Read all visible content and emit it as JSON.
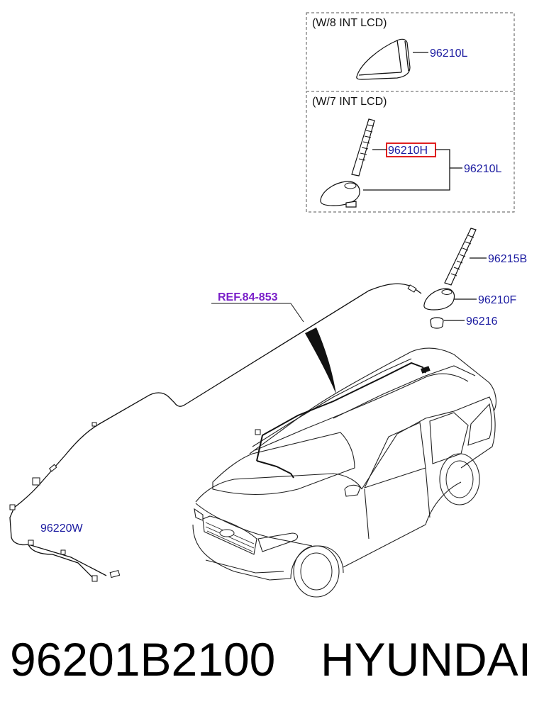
{
  "boxes": {
    "lcd8": {
      "title": "(W/8 INT LCD)",
      "part_label": "96210L"
    },
    "lcd7": {
      "title": "(W/7 INT LCD)",
      "highlight_label": "96210H",
      "part_label": "96210L"
    }
  },
  "parts": {
    "mast": "96215B",
    "antenna_base": "96210F",
    "grommet": "96216",
    "cable": "96220W"
  },
  "reference": "REF.84-853",
  "footer": {
    "part_number": "96201B2100",
    "brand": "HYUNDAI"
  },
  "colors": {
    "label": "#1a1aa0",
    "reference": "#7a1fc9",
    "highlight_box": "#e02020"
  }
}
